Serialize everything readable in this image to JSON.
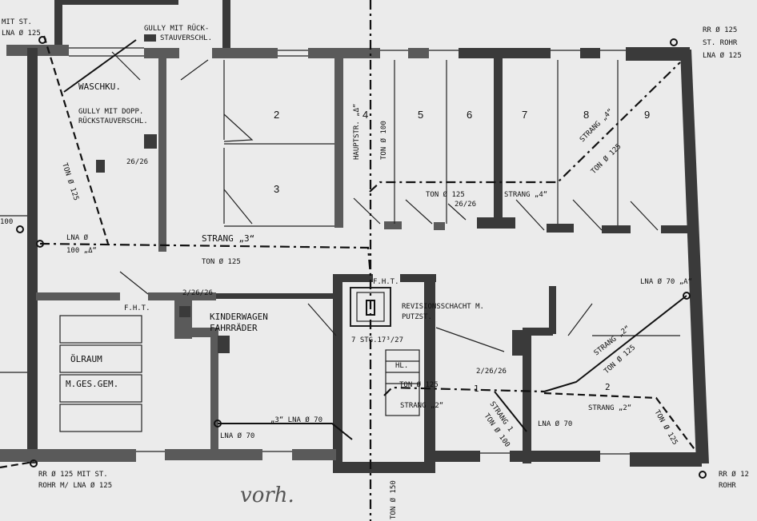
{
  "drawing": {
    "rooms": {
      "laundry": "WASCHKU.",
      "pram_bikes_1": "KINDERWAGEN",
      "pram_bikes_2": "FAHRRÄDER",
      "oil_room_1": "ÖLRAUM",
      "oil_room_2": "M.GES.GEM.",
      "cellars": [
        "2",
        "3",
        "4",
        "5",
        "6",
        "7",
        "8",
        "9"
      ]
    },
    "annotations": {
      "gully_backflow_1": "GULLY MIT RÜCK-",
      "gully_backflow_2": "STAUVERSCHL.",
      "gully_double_1": "GULLY MIT DOPP.",
      "gully_double_2": "RÜCKSTAUVERSCHL.",
      "chimney_1": "26/26",
      "chimney_2": "26/26",
      "chimney_3": "2/26/26",
      "chimney_4": "2/26/26",
      "ton_125_left": "TON Ø 125",
      "lna_100": "LNA Ø",
      "lna_100b": "100 „Δ“",
      "strang_3": "STRANG „3“",
      "ton_125_mid": "TON Ø 125",
      "main_line_4": "HAUPTSTR. „Δ“",
      "ton_100": "TON Ø 100",
      "ton_125_row": "TON Ø 125",
      "strang_4": "STRANG „4“",
      "strang_4_diag": "STRANG „4“",
      "ton_125_diag": "TON Ø 125",
      "fht_1": "F.H.T.",
      "fht_2": "F.H.T.",
      "revision_1": "REVISIONSSCHACHT M.",
      "revision_2": "PUTZST.",
      "stairs": "7 STG.17³/27",
      "hl": "HL.",
      "ton_125_stair": "TON Ø 125",
      "strang_2_stair": "STRANG „2“",
      "one": "1",
      "strang_2_right": "STRANG „2“",
      "ton_125_right": "TON Ø 125",
      "strang_2b": "STRANG „2“",
      "ton_125_b": "TON Ø 125",
      "lna_70_a": "LNA Ø 70",
      "lna_70_b": "LNA Ø 70",
      "lna_70_c": "„3“ LNA Ø 70",
      "strang_1": "STRANG 1",
      "ton_100_b": "TON Ø 100",
      "lna_a": "LNA Ø 70 „A“",
      "two": "2",
      "rr_1": "RR Ø 125 MIT ST.",
      "rr_2": "ROHR M/ LNA Ø 125",
      "top_left_1": "MIT ST.",
      "top_left_2": "LNA Ø 125",
      "top_right_1": "RR Ø 125",
      "top_right_2": "ST. ROHR",
      "top_right_3": "LNA Ø 125",
      "bottom_right_1": "RR Ø 12",
      "bottom_right_2": "ROHR",
      "left_edge": "100",
      "ton_150": "TON Ø 150",
      "handwriting": "vorh."
    }
  }
}
